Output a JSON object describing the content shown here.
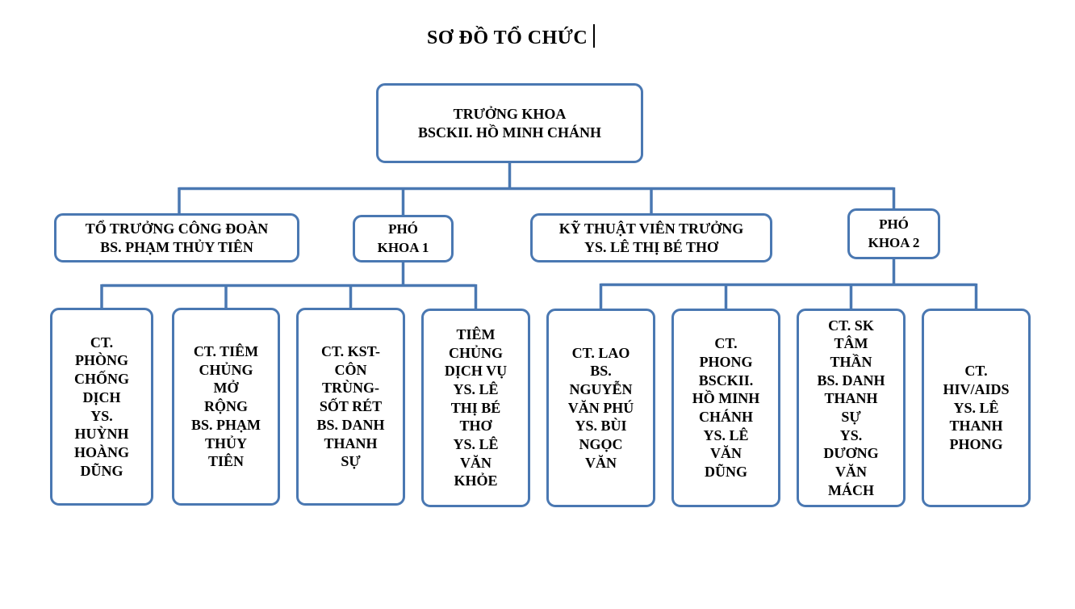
{
  "title": "SƠ ĐỒ TỔ CHỨC",
  "colors": {
    "accent_border": "#4A78B2",
    "text": "#000000",
    "background": "#FFFFFF"
  },
  "chart": {
    "root": {
      "text": "TRƯỞNG KHOA\nBSCKII. HỒ MINH CHÁNH"
    },
    "level2": [
      {
        "text": "TỔ TRƯỞNG CÔNG ĐOÀN\nBS. PHẠM THỦY TIÊN"
      },
      {
        "text": "PHÓ\nKHOA 1"
      },
      {
        "text": "KỸ THUẬT VIÊN TRƯỞNG\nYS. LÊ THỊ BÉ THƠ"
      },
      {
        "text": "PHÓ\nKHOA 2"
      }
    ],
    "level3": [
      {
        "text": "CT.\nPHÒNG\nCHỐNG\nDỊCH\nYS.\nHUỲNH\nHOÀNG\nDŨNG"
      },
      {
        "text": "CT. TIÊM\nCHỦNG\nMỞ\nRỘNG\nBS. PHẠM\nTHỦY\nTIÊN"
      },
      {
        "text": "CT. KST-\nCÔN\nTRÙNG-\nSỐT RÉT\nBS. DANH\nTHANH\nSỰ"
      },
      {
        "text": "TIÊM\nCHỦNG\nDỊCH VỤ\nYS. LÊ\nTHỊ BÉ\nTHƠ\nYS. LÊ\nVĂN\nKHỎE"
      },
      {
        "text": "CT. LAO\nBS.\nNGUYỄN\nVĂN PHÚ\nYS. BÙI\nNGỌC\nVĂN"
      },
      {
        "text": "CT.\nPHONG\nBSCKII.\nHỒ MINH\nCHÁNH\nYS. LÊ\nVĂN\nDŨNG"
      },
      {
        "text": "CT. SK\nTÂM\nTHẦN\nBS. DANH\nTHANH\nSỰ\nYS.\nDƯƠNG\nVĂN\nMÁCH"
      },
      {
        "text": "CT.\nHIV/AIDS\nYS. LÊ\nTHANH\nPHONG"
      }
    ]
  }
}
